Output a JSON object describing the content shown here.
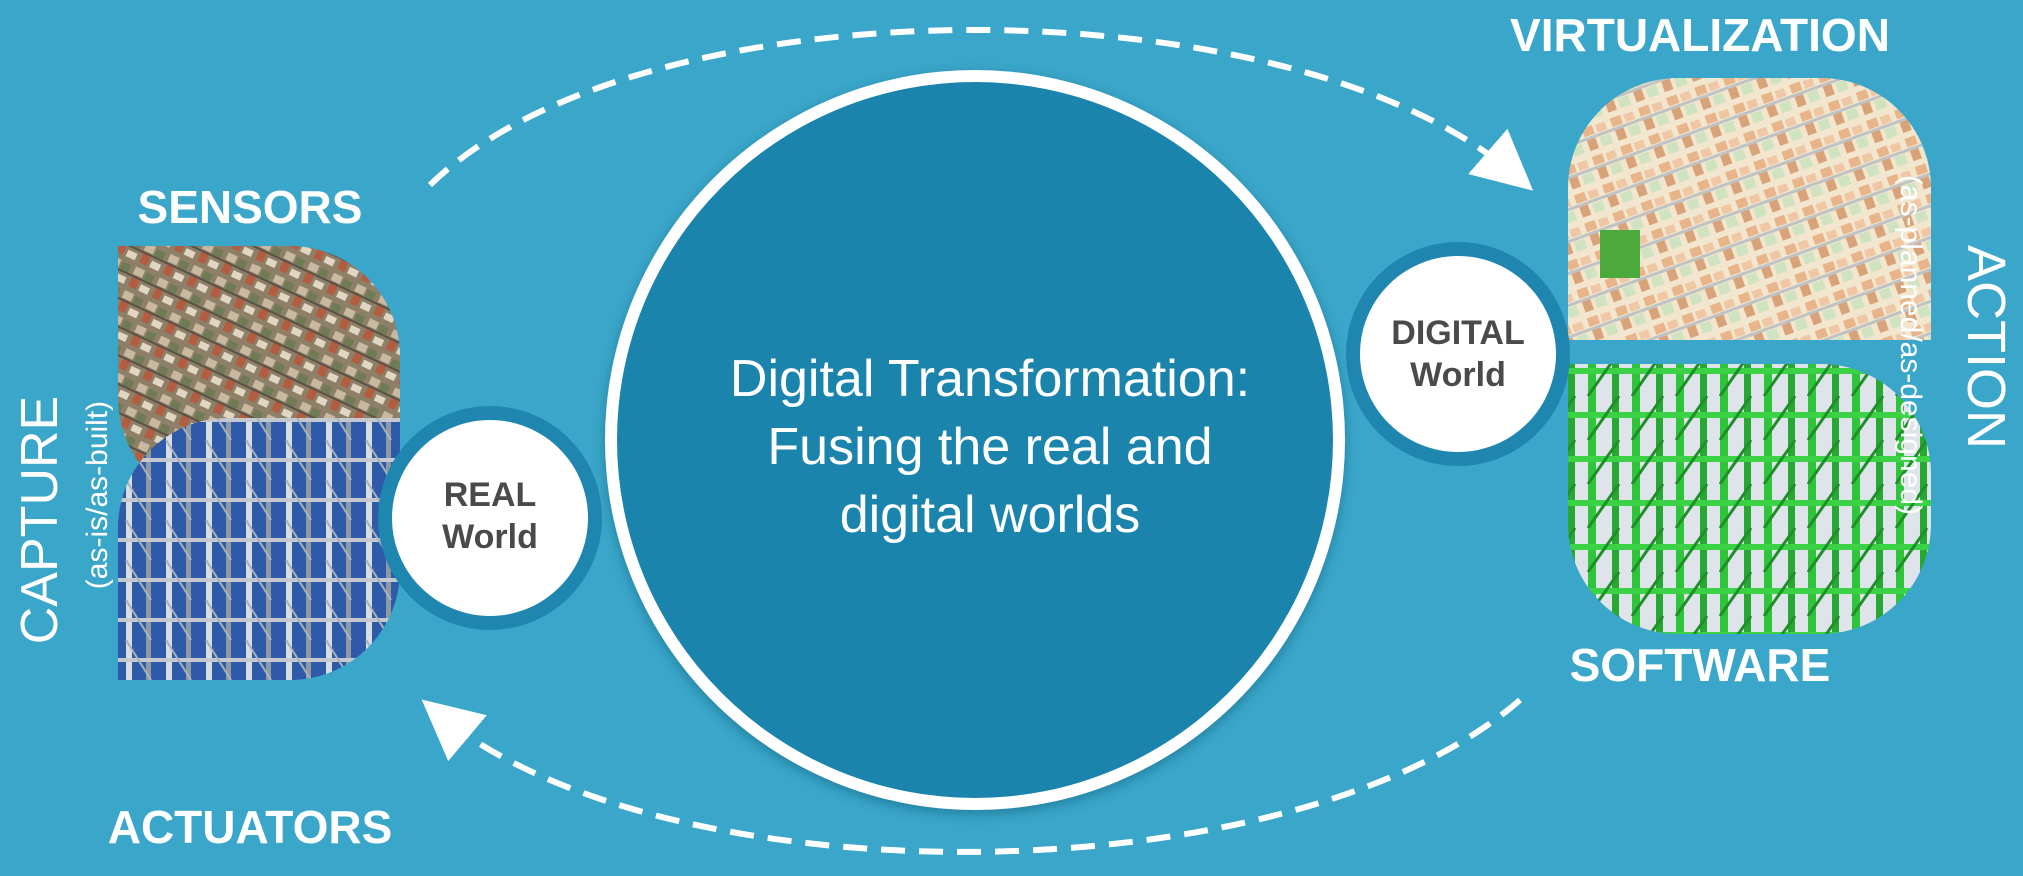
{
  "center": {
    "line1": "Digital Transformation:",
    "line2": "Fusing the real and",
    "line3": "digital worlds"
  },
  "real_hub": {
    "line1": "REAL",
    "line2": "World"
  },
  "digital_hub": {
    "line1": "DIGITAL",
    "line2": "World"
  },
  "labels": {
    "sensors": "SENSORS",
    "actuators": "ACTUATORS",
    "virtualization": "VIRTUALIZATION",
    "software": "SOFTWARE"
  },
  "capture": {
    "title": "CAPTURE",
    "subtitle": "(as-is/as-built)"
  },
  "action": {
    "title": "ACTION",
    "subtitle": "(as-planned/as-designed)"
  },
  "images": {
    "sensors": "aerial city photo",
    "actuators": "industrial steel structure photo",
    "virtualization": "city map rendering",
    "software": "3D plant model rendering"
  },
  "colors": {
    "background": "#3aa6c9",
    "center_circle": "#1b84ad",
    "hub_ring": "#1f86b0",
    "white": "#ffffff"
  }
}
